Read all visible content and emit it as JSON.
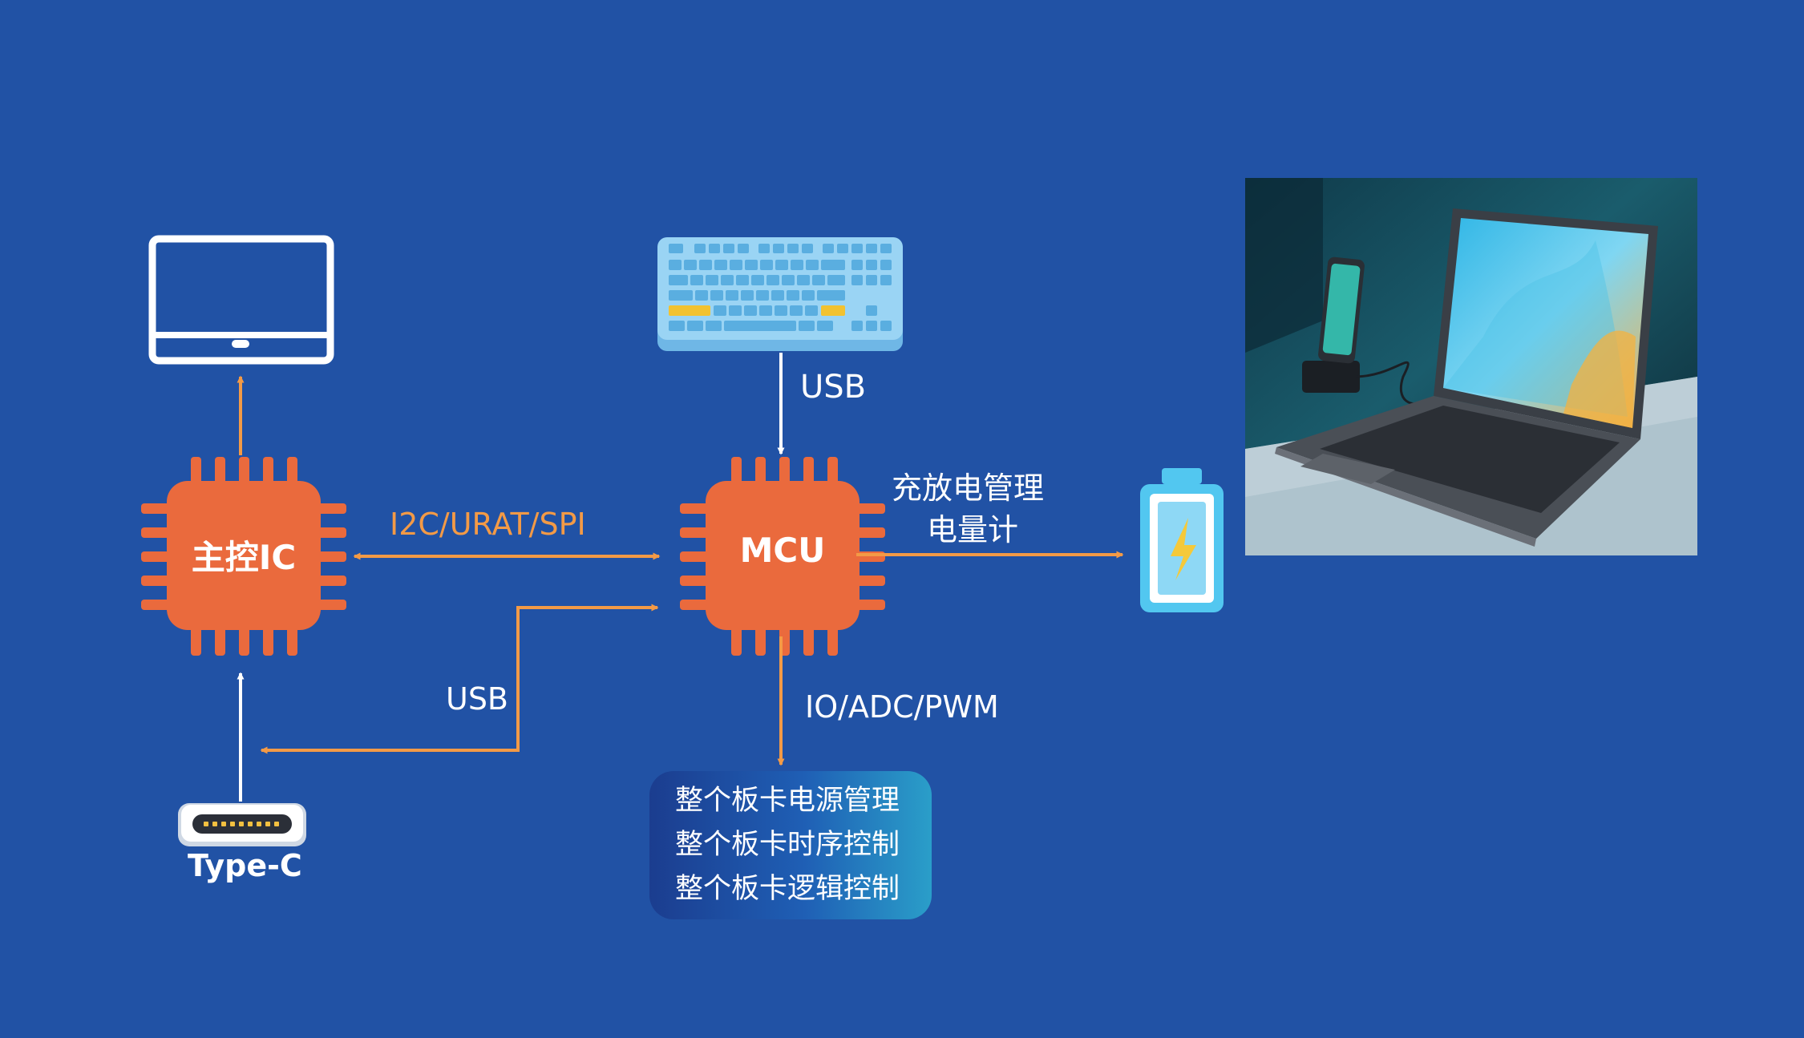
{
  "chips": {
    "main": {
      "label": "主控IC"
    },
    "mcu": {
      "label": "MCU"
    }
  },
  "links": {
    "main_mcu": "I2C/URAT/SPI",
    "keyboard_mcu": "USB",
    "typec_usb": "USB",
    "mcu_battery_line1": "充放电管理",
    "mcu_battery_line2": "电量计",
    "mcu_box": "IO/ADC/PWM"
  },
  "typec": {
    "label": "Type-C"
  },
  "functions": {
    "items": [
      "整个板卡电源管理",
      "整个板卡时序控制",
      "整个板卡逻辑控制"
    ]
  },
  "icons": {
    "monitor": "monitor-icon",
    "keyboard": "keyboard-icon",
    "battery": "battery-charging-icon",
    "usb_c": "usb-c-port-icon",
    "product": "laptop-product-photo"
  },
  "colors": {
    "background": "#2152a5",
    "chip": "#ea6a3d",
    "arrow_orange": "#f39a46",
    "arrow_white": "#ffffff",
    "keyboard_blue": "#8ccaf0",
    "keyboard_yellow": "#f2c230",
    "battery_cyan": "#52c7f0"
  }
}
